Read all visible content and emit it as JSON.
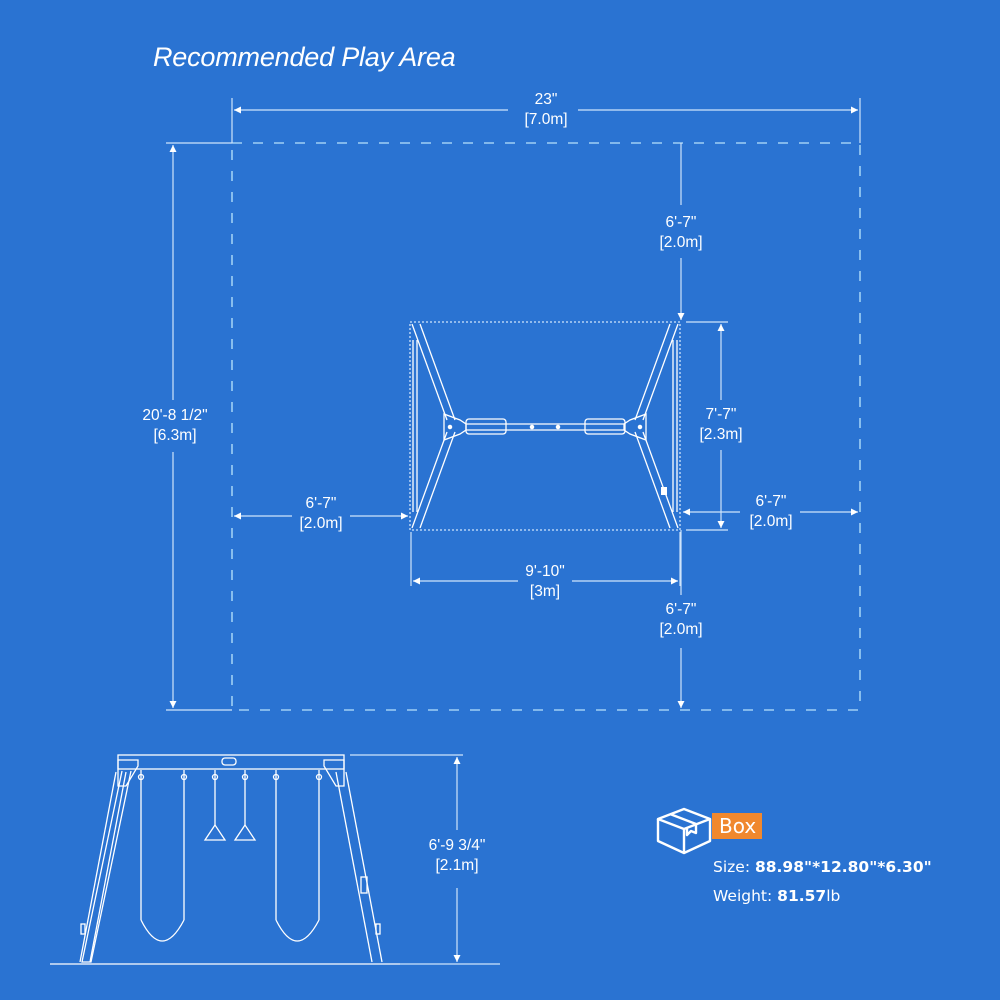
{
  "title": "Recommended Play Area",
  "colors": {
    "background": "#2a73d2",
    "line": "#ffffff",
    "dashed_boundary": "#9fd0f5",
    "box_label_bg": "#f0882e"
  },
  "top_view": {
    "overall_width": {
      "imperial": "23\"",
      "metric": "[7.0m]"
    },
    "overall_depth": {
      "imperial": "20'-8 1/2\"",
      "metric": "[6.3m]"
    },
    "clearance_front": {
      "imperial": "6'-7\"",
      "metric": "[2.0m]"
    },
    "clearance_left": {
      "imperial": "6'-7\"",
      "metric": "[2.0m]"
    },
    "clearance_right": {
      "imperial": "6'-7\"",
      "metric": "[2.0m]"
    },
    "clearance_back": {
      "imperial": "6'-7\"",
      "metric": "[2.0m]"
    },
    "frame_width": {
      "imperial": "9'-10\"",
      "metric": "[3m]"
    },
    "frame_depth": {
      "imperial": "7'-7\"",
      "metric": "[2.3m]"
    }
  },
  "side_view": {
    "height": {
      "imperial": "6'-9 3/4\"",
      "metric": "[2.1m]"
    },
    "accessories": [
      "swing",
      "trapeze-ring",
      "trapeze-ring",
      "swing"
    ]
  },
  "package": {
    "label": "Box",
    "size_label": "Size: ",
    "size_value": "88.98\"*12.80\"*6.30\"",
    "weight_label": "Weight: ",
    "weight_value": "81.57",
    "weight_unit": "lb"
  }
}
